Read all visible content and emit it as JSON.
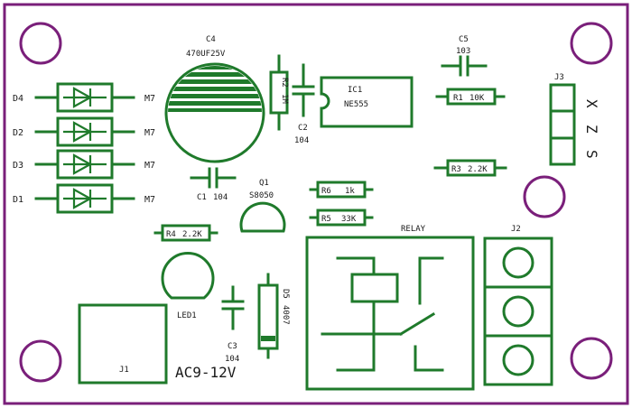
{
  "components": {
    "c4": {
      "ref": "C4",
      "value": "470UF25V"
    },
    "c5": {
      "ref": "C5",
      "value": "103"
    },
    "c2": {
      "ref": "C2",
      "value": "104"
    },
    "c1": {
      "ref": "C1",
      "value": "104"
    },
    "c3": {
      "ref": "C3",
      "value": "104"
    },
    "r1": {
      "ref": "R1",
      "value": "10K"
    },
    "r2": {
      "ref": "R2",
      "value": "1M"
    },
    "r3": {
      "ref": "R3",
      "value": "2.2K"
    },
    "r4": {
      "ref": "R4",
      "value": "2.2K"
    },
    "r5": {
      "ref": "R5",
      "value": "33K"
    },
    "r6": {
      "ref": "R6",
      "value": "1k"
    },
    "ic1": {
      "ref": "IC1",
      "value": "NE555"
    },
    "q1": {
      "ref": "Q1",
      "value": "S8050"
    },
    "d5": {
      "ref": "D5",
      "value": "4007"
    },
    "led1": {
      "ref": "LED1"
    },
    "relay": {
      "ref": "RELAY"
    },
    "j1": {
      "ref": "J1",
      "value": "AC9-12V"
    },
    "j2": {
      "ref": "J2"
    },
    "j3": {
      "ref": "J3",
      "pins": [
        "X",
        "Z",
        "S"
      ]
    },
    "diodes": [
      {
        "ref": "D4",
        "value": "M7"
      },
      {
        "ref": "D2",
        "value": "M7"
      },
      {
        "ref": "D3",
        "value": "M7"
      },
      {
        "ref": "D1",
        "value": "M7"
      }
    ]
  },
  "colors": {
    "silkscreen": "#1f7a2b",
    "board_edge": "#7a1f7a",
    "text": "#1a1a1a"
  }
}
